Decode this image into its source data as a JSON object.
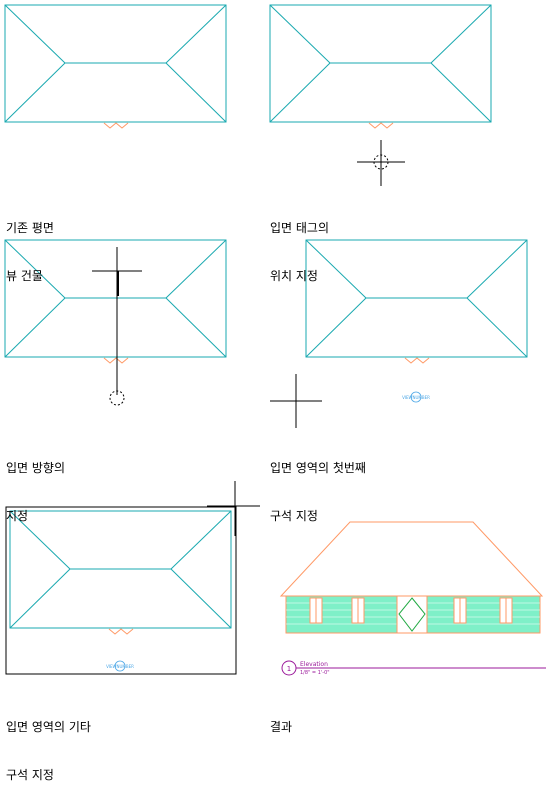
{
  "captions": [
    [
      "기존 평면",
      "뷰 건물"
    ],
    [
      "입면 태그의",
      "위치 지정"
    ],
    [
      "입면 방향의",
      "지정"
    ],
    [
      "입면 영역의 첫번째",
      "구석 지정"
    ],
    [
      "입면 영역의 기타",
      "구석 지정"
    ],
    [
      "결과"
    ]
  ],
  "tag_label": "VIEWNUMBER",
  "elevation_tag": {
    "number": "1",
    "title": "Elevation",
    "scale": "1/8\" = 1'-0\""
  },
  "colors": {
    "roof": "#1aa9b0",
    "door": "#ff9966",
    "tag": "#4aa6e6",
    "wall": "#7ff0c8",
    "title": "#9b1a9b"
  }
}
